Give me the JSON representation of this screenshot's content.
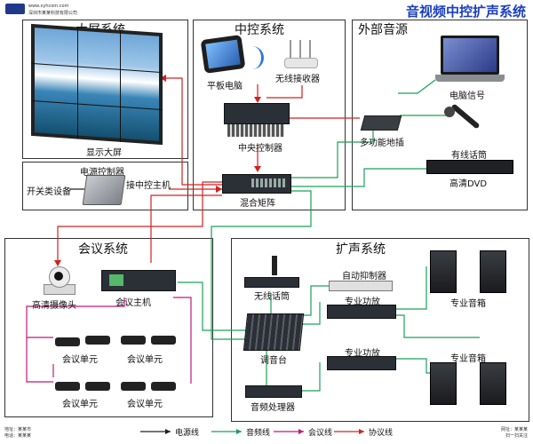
{
  "header": {
    "title": "音视频中控扩声系统",
    "company_line1": "www.xyhcom.com",
    "company_line2": "深圳市某某科技有限公司"
  },
  "sections": {
    "big_screen": "大屏系统",
    "central_control": "中控系统",
    "external_source": "外部音源",
    "conference": "会议系统",
    "sound_reinforcement": "扩声系统"
  },
  "labels": {
    "display_wall": "显示大屏",
    "power_controller": "电源控制器",
    "switch_equipment": "开关类设备",
    "to_central_host": "接中控主机",
    "tablet": "平板电脑",
    "wireless_receiver": "无线接收器",
    "central_controller": "中央控制器",
    "hybrid_matrix": "混合矩阵",
    "computer_signal": "电脑信号",
    "floor_socket": "多功能地插",
    "wired_mic": "有线话筒",
    "hd_dvd": "高清DVD",
    "hd_camera": "高清摄像头",
    "conference_host": "会议主机",
    "conference_units": [
      "会议单元",
      "会议单元",
      "会议单元",
      "会议单元"
    ],
    "wireless_mic": "无线话筒",
    "feedback_suppressor": "自动抑制器",
    "power_amp_1": "专业功放",
    "power_amp_2": "专业功放",
    "mixer": "调音台",
    "audio_processor": "音频处理器",
    "speaker_1": "专业音箱",
    "speaker_2": "专业音箱"
  },
  "legend": {
    "power": "电源线",
    "audio": "音频线",
    "conference": "会议线",
    "protocol": "协议线"
  },
  "footer": {
    "left_line1": "地址：某某市",
    "left_line2": "电话：某某某",
    "right_line1": "网址：某某某",
    "right_line2": "扫一扫关注"
  },
  "colors": {
    "power": "#222222",
    "audio": "#1aa05a",
    "conference": "#c0187a",
    "protocol": "#d42020",
    "title": "#1a3fbf"
  }
}
